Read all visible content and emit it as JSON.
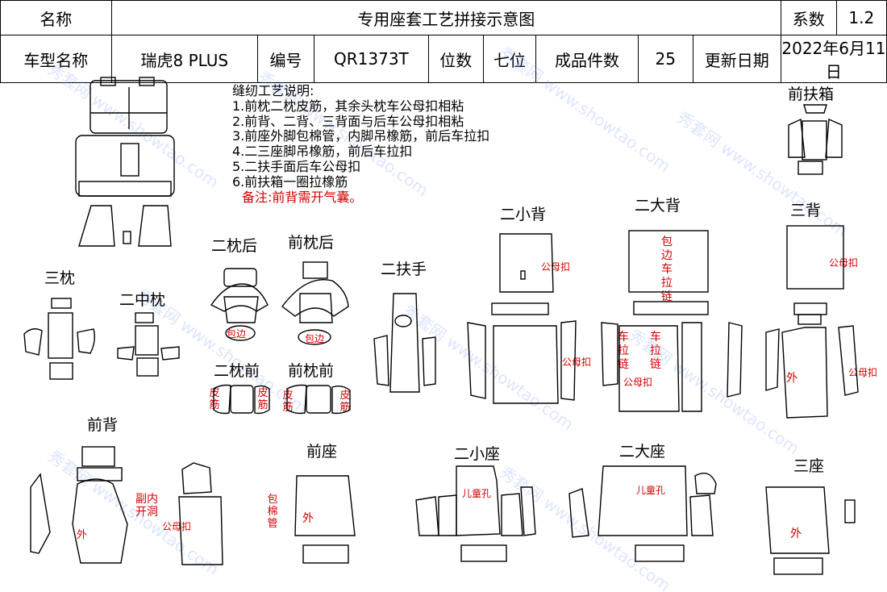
{
  "header": {
    "name_label": "名称",
    "title": "专用座套工艺拼接示意图",
    "coef_label": "系数",
    "coef_value": "1.2",
    "model_label": "车型名称",
    "model_value": "瑞虎8 PLUS",
    "code_label": "编号",
    "code_value": "QR1373T",
    "seats_label": "位数",
    "seats_value": "七位",
    "pieces_label": "成品件数",
    "pieces_value": "25",
    "date_label": "更新日期",
    "date_value": "2022年6月11日"
  },
  "notes": {
    "heading": "缝纫工艺说明:",
    "lines": [
      "1.前枕二枕皮筋，其余头枕车公母扣相粘",
      "2.前背、二背、三背面与后车公母扣相粘",
      "3.前座外脚包棉管，内脚吊橡筋，前后车拉扣",
      "4.二三座脚吊橡筋，前后车拉扣",
      "5.二扶手面后车公母扣",
      "6.前扶箱一圈拉橡筋"
    ],
    "remark": "备注:前背需开气囊。"
  },
  "sections": {
    "front_armbox": "前扶箱",
    "third_headrest": "三枕",
    "second_mid_headrest": "二中枕",
    "second_headrest_back": "二枕后",
    "front_headrest_back": "前枕后",
    "second_armrest": "二扶手",
    "second_small_back": "二小背",
    "second_big_back": "二大背",
    "third_back": "三背",
    "second_headrest_front": "二枕前",
    "front_headrest_front": "前枕前",
    "front_back": "前背",
    "front_seat": "前座",
    "second_small_seat": "二小座",
    "second_big_seat": "二大座",
    "third_seat": "三座"
  },
  "annotations": {
    "male_female_buckle": "公母扣",
    "edge_wrap": "包边",
    "elastic": "皮筋",
    "wrap_edge_zip": "包边车拉链",
    "zip": "车拉链",
    "outer": "外",
    "airbag_open": "副内开洞",
    "cotton_tube": "包棉管",
    "child_hole": "儿童孔"
  },
  "watermark": "秀套网 www.showtao.com"
}
